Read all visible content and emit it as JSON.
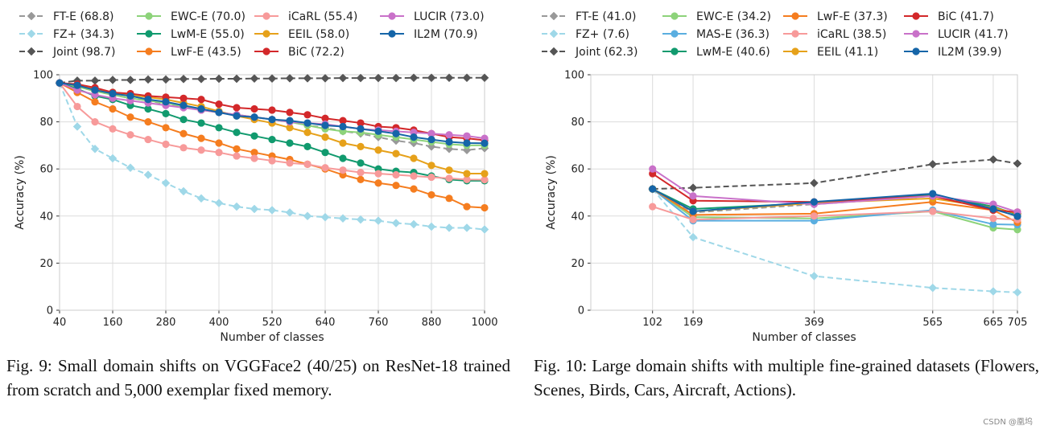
{
  "charts": [
    {
      "chart_data": {
        "type": "line",
        "xlabel": "Number of classes",
        "ylabel": "Accuracy (%)",
        "xlim": [
          40,
          1000
        ],
        "ylim": [
          0,
          100
        ],
        "xticks": [
          40,
          160,
          280,
          400,
          520,
          640,
          760,
          880,
          1000
        ],
        "yticks": [
          0,
          20,
          40,
          60,
          80,
          100
        ],
        "grid": true,
        "legend_position": "top",
        "legend_columns": 4,
        "x": [
          40,
          80,
          120,
          160,
          200,
          240,
          280,
          320,
          360,
          400,
          440,
          480,
          520,
          560,
          600,
          640,
          680,
          720,
          760,
          800,
          840,
          880,
          920,
          960,
          1000
        ],
        "series": [
          {
            "name": "FT-E (68.8)",
            "color": "#999999",
            "style": "dashed",
            "marker": "diamond",
            "values": [
              96.5,
              95.0,
              93.0,
              91.5,
              90.0,
              89.0,
              87.5,
              86.5,
              85.5,
              84.0,
              83.0,
              82.0,
              81.0,
              80.0,
              78.5,
              77.5,
              76.0,
              75.0,
              73.5,
              72.0,
              71.0,
              69.5,
              68.5,
              68.0,
              68.8
            ]
          },
          {
            "name": "FZ+ (34.3)",
            "color": "#9fd8e8",
            "style": "dashed",
            "marker": "diamond",
            "values": [
              96.5,
              78.0,
              68.5,
              64.5,
              60.5,
              57.5,
              54.0,
              50.5,
              47.5,
              45.5,
              44.0,
              43.0,
              42.5,
              41.5,
              40.0,
              39.5,
              39.0,
              38.5,
              38.0,
              37.0,
              36.5,
              35.5,
              35.0,
              35.0,
              34.3
            ]
          },
          {
            "name": "Joint (98.7)",
            "color": "#555555",
            "style": "dashed",
            "marker": "diamond",
            "values": [
              96.5,
              97.5,
              97.5,
              97.8,
              97.8,
              98.0,
              98.0,
              98.2,
              98.2,
              98.3,
              98.3,
              98.4,
              98.4,
              98.5,
              98.5,
              98.5,
              98.6,
              98.6,
              98.6,
              98.6,
              98.7,
              98.7,
              98.7,
              98.7,
              98.7
            ]
          },
          {
            "name": "EWC-E (70.0)",
            "color": "#8dd37a",
            "style": "solid",
            "marker": "circle",
            "values": [
              96.5,
              95.0,
              93.0,
              91.5,
              90.0,
              89.0,
              88.0,
              86.5,
              85.0,
              84.0,
              83.0,
              82.0,
              81.0,
              80.0,
              78.5,
              77.0,
              76.0,
              75.5,
              74.5,
              73.5,
              72.5,
              71.5,
              70.5,
              70.0,
              70.0
            ]
          },
          {
            "name": "LwM-E (55.0)",
            "color": "#119a6e",
            "style": "solid",
            "marker": "circle",
            "values": [
              96.5,
              94.0,
              91.0,
              89.5,
              87.0,
              85.5,
              83.5,
              81.0,
              79.5,
              77.5,
              75.5,
              74.0,
              72.5,
              71.0,
              69.5,
              67.0,
              64.5,
              62.5,
              60.0,
              59.0,
              58.5,
              57.0,
              55.5,
              55.0,
              55.0
            ]
          },
          {
            "name": "LwF-E (43.5)",
            "color": "#f57d1f",
            "style": "solid",
            "marker": "circle",
            "values": [
              96.5,
              92.5,
              88.5,
              85.5,
              82.0,
              80.0,
              77.5,
              75.0,
              73.0,
              71.0,
              68.5,
              67.0,
              65.5,
              64.0,
              62.0,
              60.0,
              57.5,
              55.5,
              54.0,
              53.0,
              51.5,
              49.0,
              47.5,
              44.0,
              43.5
            ]
          },
          {
            "name": "iCaRL (55.4)",
            "color": "#f79a9a",
            "style": "solid",
            "marker": "circle",
            "values": [
              96.5,
              86.5,
              80.0,
              77.0,
              74.5,
              72.5,
              70.5,
              69.0,
              68.0,
              67.0,
              65.5,
              64.5,
              63.5,
              62.5,
              62.0,
              60.5,
              59.5,
              58.5,
              58.0,
              57.5,
              57.0,
              56.5,
              56.0,
              55.5,
              55.4
            ]
          },
          {
            "name": "EEIL (58.0)",
            "color": "#e6a11a",
            "style": "solid",
            "marker": "circle",
            "values": [
              96.5,
              95.5,
              94.0,
              92.5,
              91.5,
              90.5,
              89.5,
              88.0,
              86.5,
              84.5,
              82.5,
              81.0,
              79.5,
              77.5,
              75.5,
              73.5,
              71.0,
              69.5,
              68.0,
              66.5,
              64.5,
              61.5,
              59.5,
              58.0,
              58.0
            ]
          },
          {
            "name": "BiC (72.2)",
            "color": "#d3282a",
            "style": "solid",
            "marker": "circle",
            "values": [
              96.5,
              96.0,
              94.5,
              92.5,
              92.0,
              91.0,
              90.5,
              90.0,
              89.5,
              87.5,
              86.0,
              85.5,
              85.0,
              84.0,
              83.0,
              81.5,
              80.5,
              79.5,
              78.0,
              77.5,
              76.5,
              75.0,
              73.5,
              73.0,
              72.2
            ]
          },
          {
            "name": "LUCIR (73.0)",
            "color": "#c971c9",
            "style": "solid",
            "marker": "circle",
            "values": [
              96.5,
              93.5,
              91.5,
              90.0,
              89.0,
              88.0,
              87.0,
              86.0,
              85.0,
              84.0,
              83.0,
              82.0,
              81.0,
              80.0,
              79.5,
              79.0,
              78.0,
              77.0,
              76.5,
              76.0,
              75.5,
              75.0,
              74.5,
              74.0,
              73.0
            ]
          },
          {
            "name": "IL2M (70.9)",
            "color": "#1565a8",
            "style": "solid",
            "marker": "circle",
            "values": [
              96.5,
              95.5,
              93.5,
              92.0,
              91.0,
              89.5,
              88.5,
              87.0,
              85.5,
              84.0,
              82.5,
              82.0,
              81.0,
              80.5,
              79.5,
              78.5,
              78.0,
              77.0,
              76.0,
              75.0,
              73.5,
              72.5,
              71.5,
              71.0,
              70.9
            ]
          }
        ]
      },
      "caption": "Fig. 9: Small domain shifts on VGGFace2 (40/25) on ResNet-18 trained from scratch and 5,000 exemplar fixed memory."
    },
    {
      "chart_data": {
        "type": "line",
        "xlabel": "Number of classes",
        "ylabel": "Accuracy (%)",
        "xlim": [
          0,
          705
        ],
        "ylim": [
          0,
          100
        ],
        "xticks": [
          102,
          169,
          369,
          565,
          665,
          705
        ],
        "yticks": [
          0,
          20,
          40,
          60,
          80,
          100
        ],
        "grid": true,
        "legend_position": "top",
        "legend_columns": 4,
        "x": [
          102,
          169,
          369,
          565,
          665,
          705
        ],
        "series": [
          {
            "name": "FT-E (41.0)",
            "color": "#999999",
            "style": "dashed",
            "marker": "diamond",
            "values": [
              51.5,
              41.5,
              45.0,
              48.5,
              43.5,
              41.0
            ]
          },
          {
            "name": "FZ+ (7.6)",
            "color": "#9fd8e8",
            "style": "dashed",
            "marker": "diamond",
            "values": [
              51.5,
              31.0,
              14.5,
              9.5,
              8.0,
              7.6
            ]
          },
          {
            "name": "Joint (62.3)",
            "color": "#555555",
            "style": "dashed",
            "marker": "diamond",
            "values": [
              51.5,
              52.0,
              54.0,
              62.0,
              64.0,
              62.3
            ]
          },
          {
            "name": "EWC-E (34.2)",
            "color": "#8dd37a",
            "style": "solid",
            "marker": "circle",
            "values": [
              51.5,
              39.5,
              39.0,
              42.0,
              35.0,
              34.2
            ]
          },
          {
            "name": "MAS-E (36.3)",
            "color": "#5aaee0",
            "style": "solid",
            "marker": "circle",
            "values": [
              51.5,
              38.0,
              38.0,
              42.5,
              36.5,
              36.3
            ]
          },
          {
            "name": "LwM-E (40.6)",
            "color": "#119a6e",
            "style": "solid",
            "marker": "circle",
            "values": [
              51.5,
              43.0,
              45.5,
              49.0,
              44.0,
              40.6
            ]
          },
          {
            "name": "LwF-E (37.3)",
            "color": "#f57d1f",
            "style": "solid",
            "marker": "circle",
            "values": [
              51.5,
              40.5,
              41.0,
              46.0,
              42.5,
              37.3
            ]
          },
          {
            "name": "iCaRL (38.5)",
            "color": "#f79a9a",
            "style": "solid",
            "marker": "circle",
            "values": [
              44.0,
              38.5,
              40.0,
              42.0,
              39.0,
              38.5
            ]
          },
          {
            "name": "EEIL (41.1)",
            "color": "#e6a11a",
            "style": "solid",
            "marker": "circle",
            "values": [
              51.5,
              42.0,
              45.5,
              47.5,
              43.5,
              41.1
            ]
          },
          {
            "name": "BiC (41.7)",
            "color": "#d3282a",
            "style": "solid",
            "marker": "circle",
            "values": [
              58.0,
              46.5,
              46.0,
              48.5,
              42.5,
              41.7
            ]
          },
          {
            "name": "LUCIR (41.7)",
            "color": "#c971c9",
            "style": "solid",
            "marker": "circle",
            "values": [
              60.0,
              48.5,
              45.0,
              48.5,
              45.0,
              41.7
            ]
          },
          {
            "name": "IL2M (39.9)",
            "color": "#1565a8",
            "style": "solid",
            "marker": "circle",
            "values": [
              51.5,
              42.0,
              46.0,
              49.5,
              43.0,
              39.9
            ]
          }
        ]
      },
      "caption": "Fig. 10: Large domain shifts with multiple fine-grained datasets (Flowers, Scenes, Birds, Cars, Aircraft, Actions)."
    }
  ],
  "watermark": "CSDN @凰坞"
}
